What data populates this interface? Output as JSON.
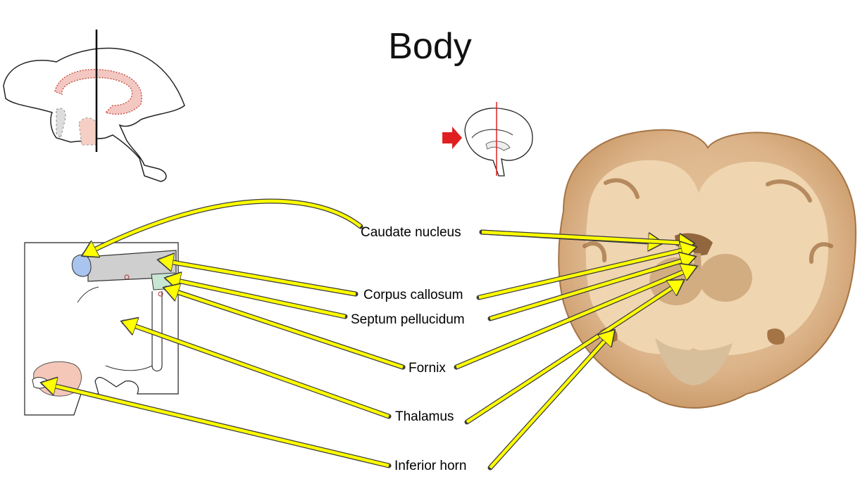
{
  "title": "Body",
  "labels": {
    "caudate_nucleus": "Caudate nucleus",
    "corpus_callosum": "Corpus callosum",
    "septum_pellucidum": "Septum pellucidum",
    "fornix": "Fornix",
    "thalamus": "Thalamus",
    "inferior_horn": "Inferior horn"
  },
  "colors": {
    "arrow_fill": "#ffff00",
    "arrow_outline": "#3a3a3a",
    "orientation_arrow": "#e02020",
    "section_line": "#e02020",
    "brain_tissue": "#c89c6a",
    "white_matter": "#e7c9a3",
    "caudate_marker": "#a9c4ee",
    "corpus_callosum_marker": "#cccccc",
    "septum_marker": "#c8e6d4",
    "inferior_horn_marker": "#f4c7b8"
  }
}
